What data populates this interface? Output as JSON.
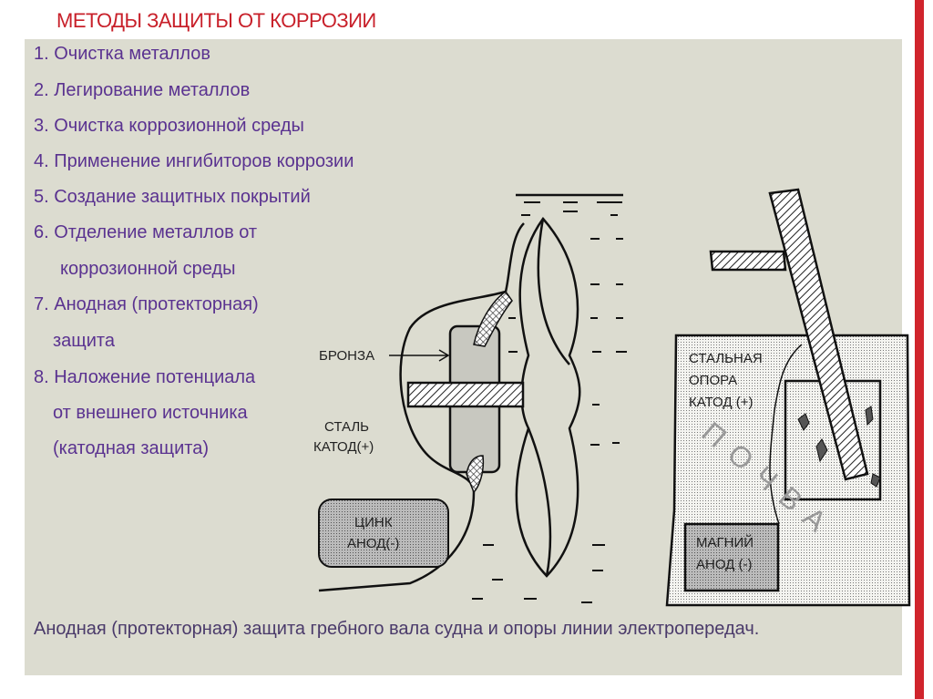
{
  "title": "МЕТОДЫ ЗАЩИТЫ ОТ КОРРОЗИИ",
  "items": [
    "1. Очистка металлов",
    "2. Легирование металлов",
    "3. Очистка коррозионной среды",
    "4. Применение ингибиторов коррозии",
    "5. Создание защитных покрытий",
    "6. Отделение металлов от",
    "коррозионной среды",
    "7. Анодная (протекторная)",
    "защита",
    "8. Наложение потенциала",
    "от внешнего источника",
    "(катодная защита)"
  ],
  "diagram": {
    "bronze": "БРОНЗА",
    "steel": "СТАЛЬ",
    "steel_cathode": "КАТОД(+)",
    "zinc": "ЦИНК",
    "zinc_anode": "АНОД(-)",
    "support_1": "СТАЛЬНАЯ",
    "support_2": "ОПОРА",
    "support_3": "КАТОД (+)",
    "magnesium": "МАГНИЙ",
    "magnesium_anode": "АНОД (-)",
    "soil": "ПОЧВА"
  },
  "caption": "Анодная (протекторная) защита гребного вала судна и опоры линии электропередач.",
  "colors": {
    "title": "#c8202a",
    "text": "#5a3290",
    "panel": "#dcdcd0",
    "accent_bar": "#d0242c"
  }
}
